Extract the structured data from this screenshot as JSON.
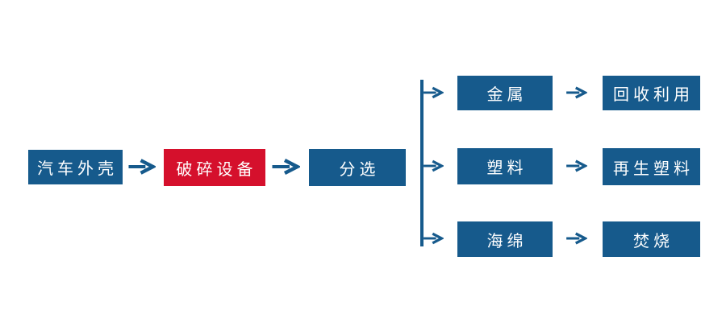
{
  "palette": {
    "node_blue": "#165A8C",
    "highlight_red": "#D5102C",
    "connector_blue": "#165A8C",
    "node_text": "#FFFFFF",
    "background": "#FFFFFF"
  },
  "flowchart": {
    "main_nodes": [
      {
        "label": "汽车外壳",
        "color": "blue"
      },
      {
        "label": "破碎设备",
        "color": "red"
      },
      {
        "label": "分选",
        "color": "blue"
      }
    ],
    "branches": [
      {
        "material": "金属",
        "outcome": "回收利用"
      },
      {
        "material": "塑料",
        "outcome": "再生塑料"
      },
      {
        "material": "海绵",
        "outcome": "焚烧"
      }
    ]
  }
}
